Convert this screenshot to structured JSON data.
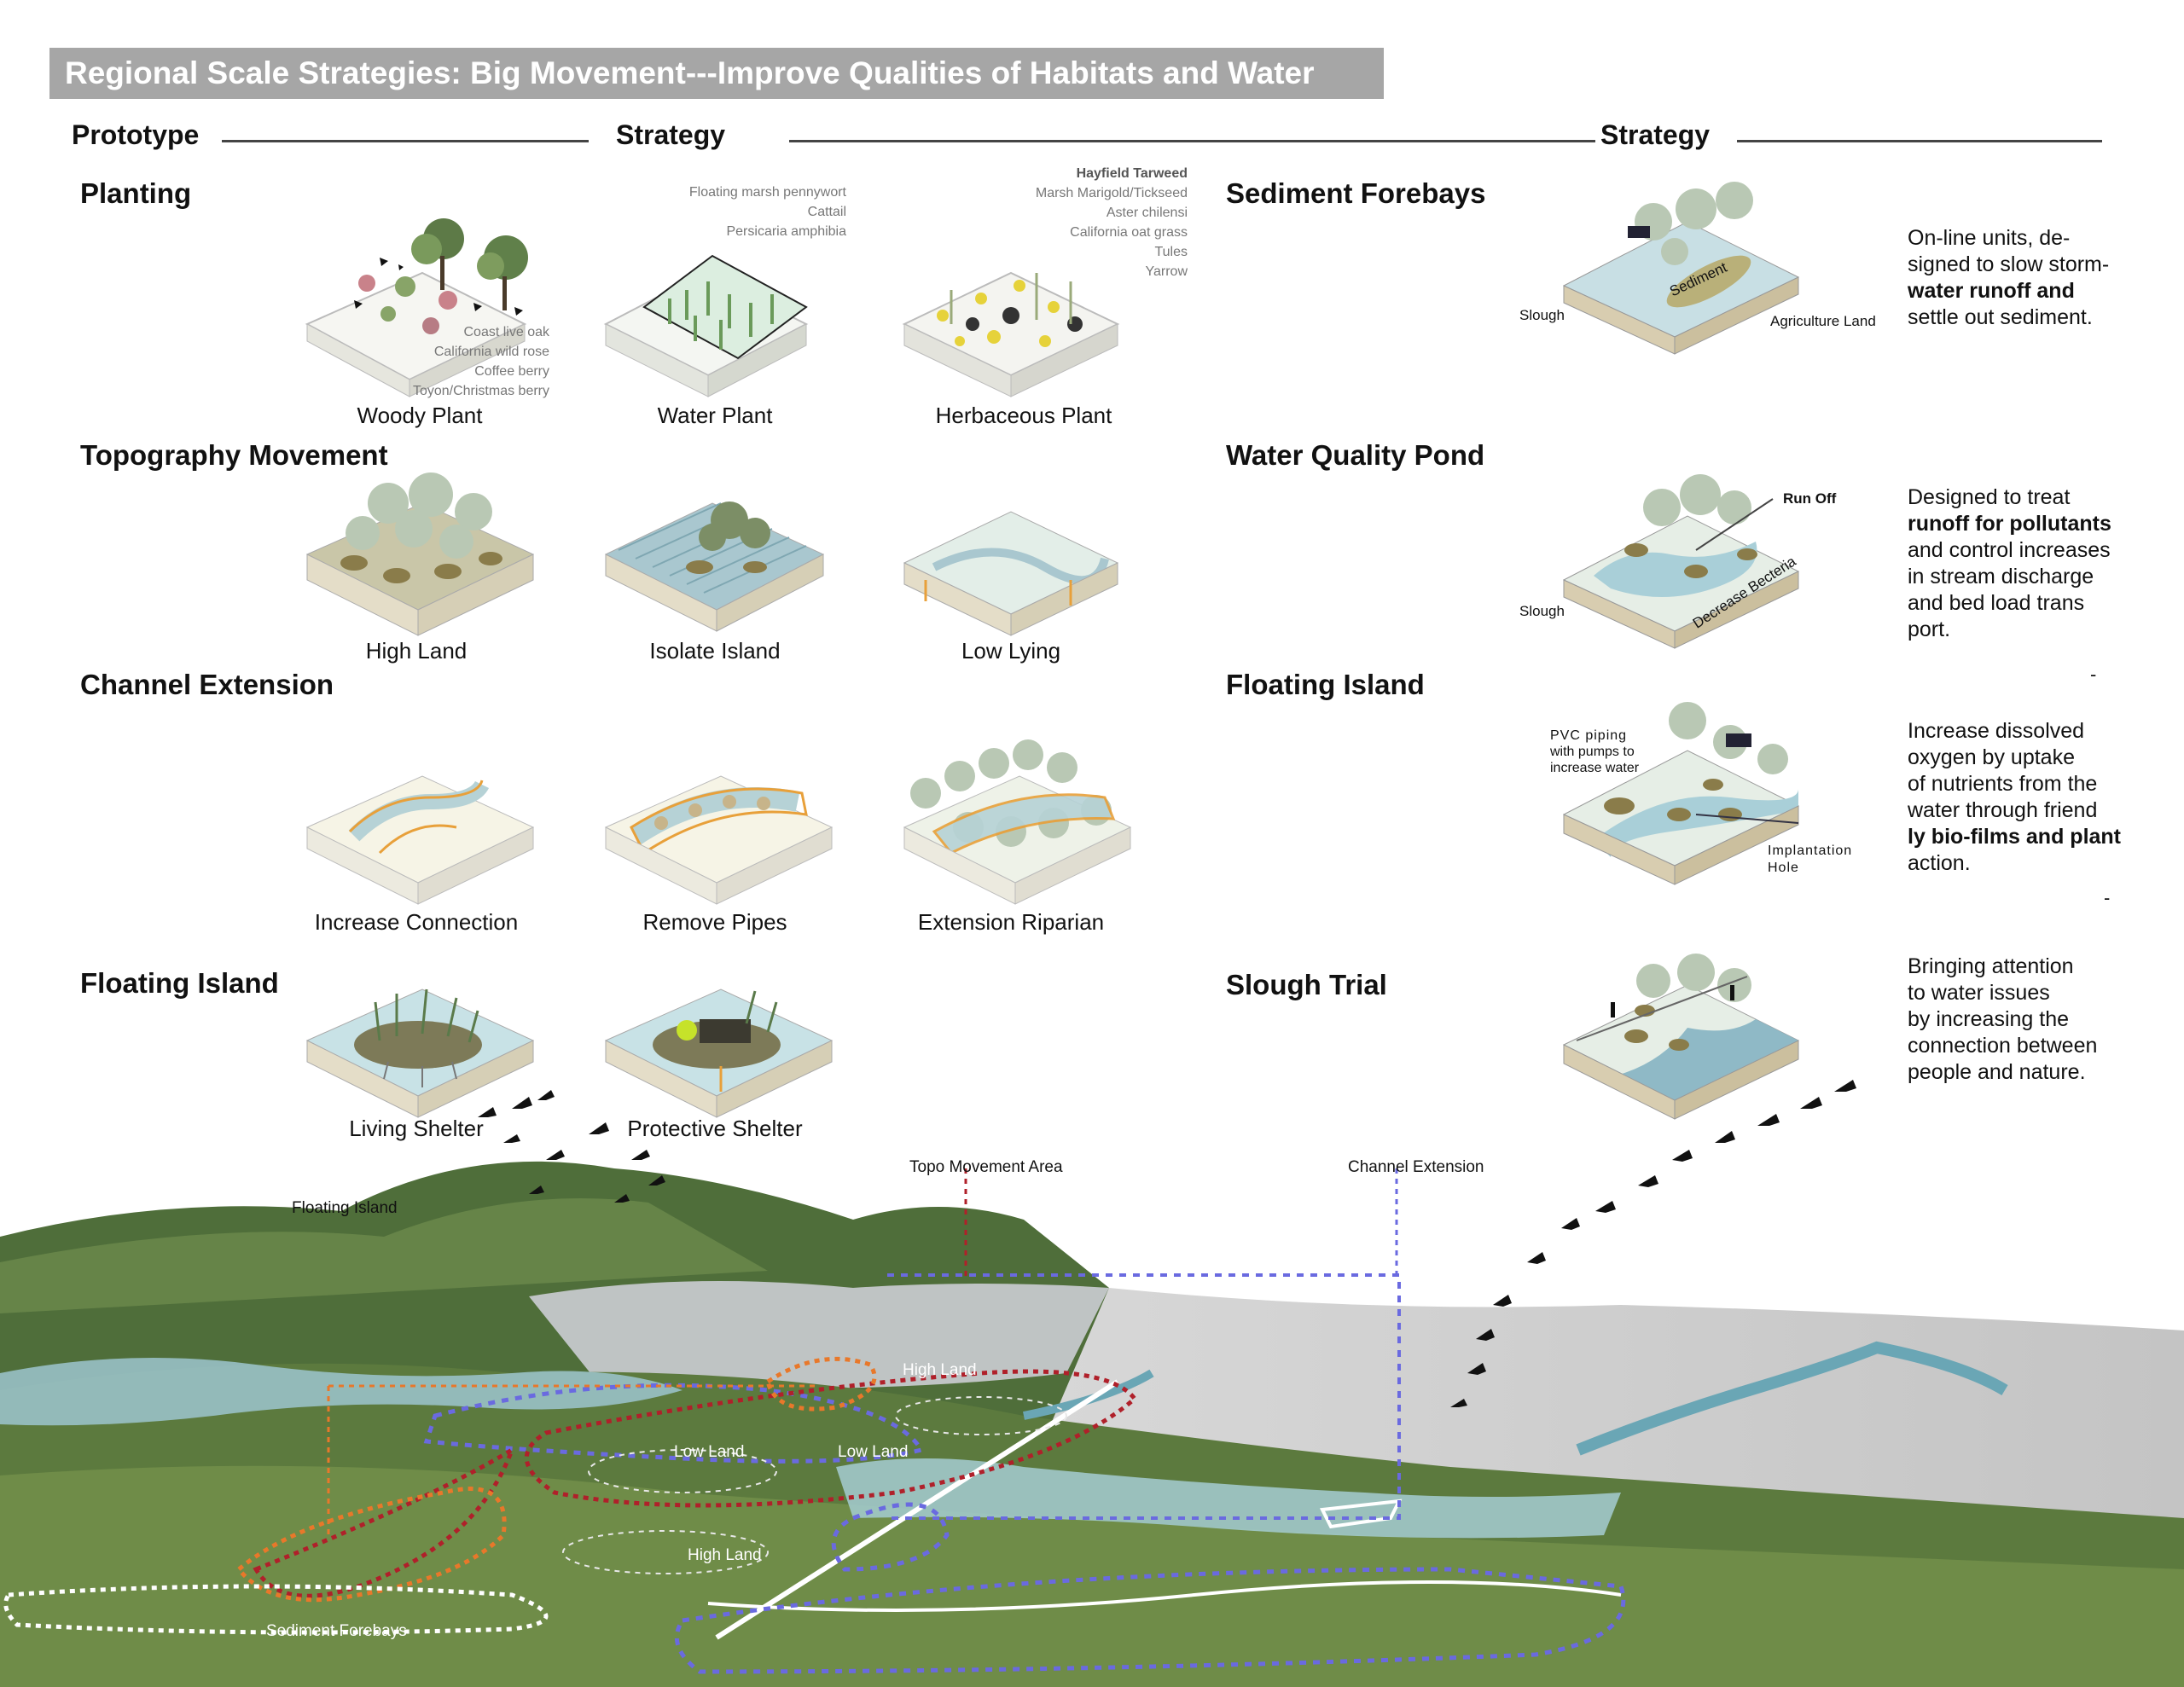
{
  "title": "Regional Scale Strategies: Big Movement---Improve Qualities of Habitats and Water",
  "headers": {
    "prototype": "Prototype",
    "strategy_left": "Strategy",
    "strategy_right": "Strategy"
  },
  "sections": {
    "planting": "Planting",
    "topography": "Topography  Movement",
    "channel": "Channel Extension",
    "floating": "Floating Island",
    "sediment": "Sediment Forebays",
    "pond": "Water Quality Pond",
    "floating_right": "Floating Island",
    "slough_trial": "Slough Trial"
  },
  "captions": {
    "woody": "Woody Plant",
    "water": "Water Plant",
    "herbaceous": "Herbaceous Plant",
    "high_land": "High Land",
    "isolate_island": "Isolate Island",
    "low_lying": "Low Lying",
    "increase_connection": "Increase Connection",
    "remove_pipes": "Remove Pipes",
    "extension_riparian": "Extension Riparian",
    "living_shelter": "Living Shelter",
    "protective_shelter": "Protective Shelter"
  },
  "plant_lists": {
    "woody": [
      "Coast live oak",
      "California wild rose",
      "Coffee berry",
      "Toyon/Christmas berry"
    ],
    "water": [
      "Floating marsh pennywort",
      "Cattail",
      "Persicaria amphibia"
    ],
    "herbaceous": [
      "Hayfield Tarweed",
      "Marsh Marigold/Tickseed",
      "Aster chilensi",
      "California oat grass",
      "Tules",
      "Yarrow"
    ]
  },
  "diagram_labels": {
    "slough_1": "Slough",
    "sediment": "Sediment",
    "agriculture_land": "Agriculture Land",
    "run_off": "Run Off",
    "slough_2": "Slough",
    "decrease_bacteria": "Decrease Becteria",
    "pvc_1": "PVC piping",
    "pvc_2": "with pumps to",
    "pvc_3": "increase water",
    "implantation_1": "Implantation",
    "implantation_2": "Hole"
  },
  "descriptions": {
    "sediment": {
      "l1": "On-line units, de-",
      "l2": "signed to slow storm-",
      "l3b": "water runoff and",
      "l4": "settle out sediment."
    },
    "pond": {
      "l1": "Designed to treat",
      "l2b": "runoff for pollutants",
      "l3": "and control increases",
      "l4": "in stream discharge",
      "l5": "and bed load trans",
      "l6": "port."
    },
    "floating": {
      "l1": "Increase dissolved",
      "l2": "oxygen by uptake",
      "l3": "of nutrients from the",
      "l4": "water through friend",
      "l5b": "ly bio-films and plant",
      "l6": "action."
    },
    "slough": {
      "l1": "Bringing attention",
      "l2": "to water issues",
      "l3": "by increasing the",
      "l4": "connection between",
      "l5": "people and nature."
    }
  },
  "dashes": {
    "d1": "-",
    "d2": "-"
  },
  "map_labels": {
    "topo_area": "Topo Movement Area",
    "channel_ext": "Channel Extension",
    "floating_island": "Floating Island",
    "high_land_1": "High Land",
    "low_land_1": "Low Land",
    "low_land_2": "Low Land",
    "high_land_2": "High Land",
    "sediment_forebays": "Sediment Forebays"
  },
  "colors": {
    "title_bg": "#a6a6a6",
    "orange_dash": "#e8782a",
    "red_dash": "#b0202a",
    "blue_dash": "#6a6ae0",
    "water": "#9cc6cf",
    "green": "#5c7a3e"
  }
}
